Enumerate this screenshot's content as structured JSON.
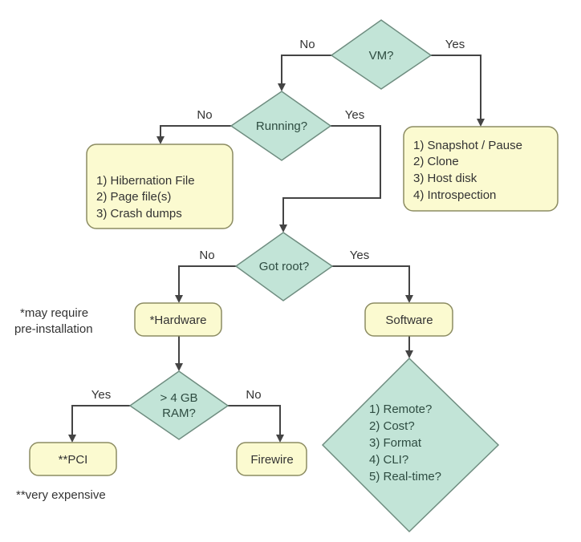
{
  "colors": {
    "decision_fill": "#c2e4d7",
    "outcome_fill": "#fbfad0",
    "line": "#444444"
  },
  "decisions": {
    "vm": "VM?",
    "running": "Running?",
    "got_root": "Got root?",
    "ram": [
      "> 4 GB",
      "RAM?"
    ],
    "software_criteria": [
      "1) Remote?",
      "2) Cost?",
      "3) Format",
      "4) CLI?",
      "5) Real-time?"
    ]
  },
  "outcomes": {
    "vm_yes": [
      "1) Snapshot / Pause",
      "2) Clone",
      "3) Host disk",
      "4) Introspection"
    ],
    "not_running": [
      "1) Hibernation File",
      "2) Page file(s)",
      "3) Crash dumps"
    ],
    "hardware": "*Hardware",
    "software": "Software",
    "pci": "**PCI",
    "firewire": "Firewire"
  },
  "edge_labels": {
    "vm_no": "No",
    "vm_yes": "Yes",
    "running_no": "No",
    "running_yes": "Yes",
    "root_no": "No",
    "root_yes": "Yes",
    "ram_yes": "Yes",
    "ram_no": "No"
  },
  "notes": {
    "hardware_note": [
      "*may require",
      "pre-installation"
    ],
    "pci_note": "**very expensive"
  }
}
